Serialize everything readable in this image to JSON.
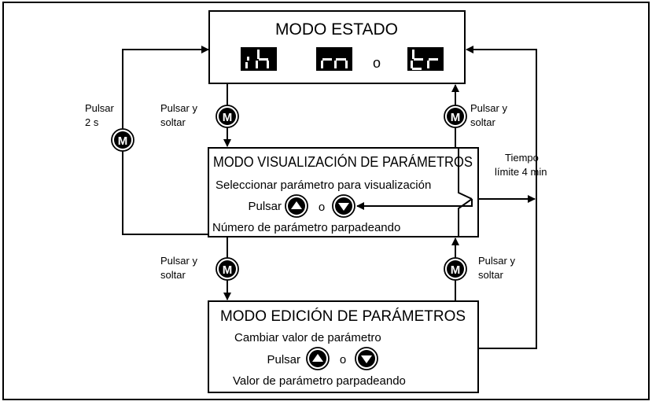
{
  "estado": {
    "title": "MODO ESTADO",
    "displays": [
      "ih",
      "rn",
      "tr"
    ],
    "or": "o"
  },
  "visualizacion": {
    "title": "MODO VISUALIZACIÓN DE PARÁMETROS",
    "line1": "Seleccionar parámetro para visualización",
    "pulsar": "Pulsar",
    "or": "o",
    "line3": "Número de parámetro parpadeando"
  },
  "edicion": {
    "title": "MODO EDICIÓN DE PARÁMETROS",
    "line1": "Cambiar valor de parámetro",
    "pulsar": "Pulsar",
    "or": "o",
    "line3": "Valor de parámetro  parpadeando"
  },
  "labels": {
    "pulsar_2s_a": "Pulsar",
    "pulsar_2s_b": "2 s",
    "pulsar_y": "Pulsar y",
    "soltar": "soltar",
    "tiempo_a": "Tiempo",
    "tiempo_b": "límite 4 min"
  },
  "button": {
    "letter": "M"
  }
}
